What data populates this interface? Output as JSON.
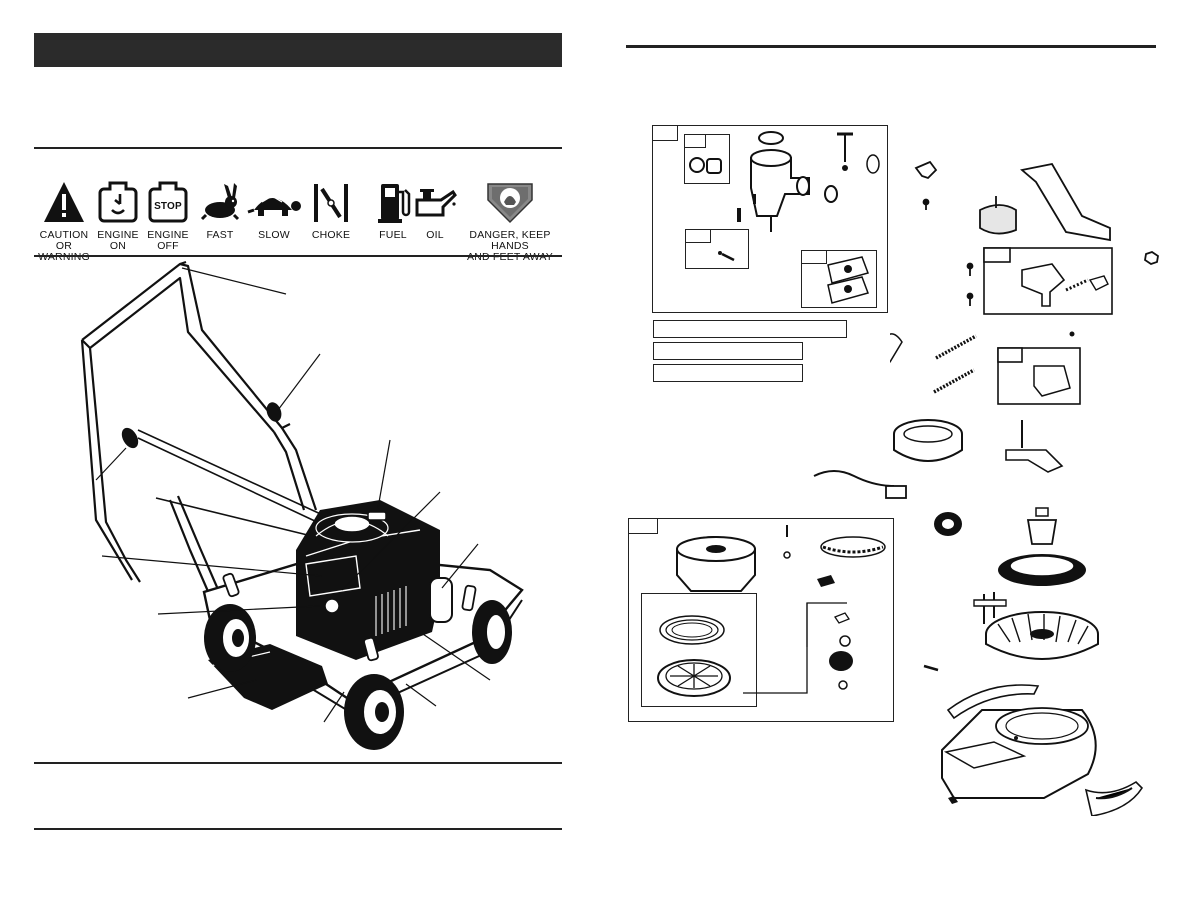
{
  "page": {
    "left_header_title": "",
    "right_header_title": ""
  },
  "symbols": [
    {
      "icon": "caution-triangle-icon",
      "caption": "CAUTION\nOR WARNING"
    },
    {
      "icon": "engine-on-icon",
      "caption": "ENGINE\nON"
    },
    {
      "icon": "engine-off-icon",
      "caption": "ENGINE\nOFF",
      "badge": "STOP"
    },
    {
      "icon": "rabbit-icon",
      "caption": "FAST"
    },
    {
      "icon": "turtle-icon",
      "caption": "SLOW"
    },
    {
      "icon": "choke-icon",
      "caption": "CHOKE"
    },
    {
      "icon": "fuel-pump-icon",
      "caption": "FUEL"
    },
    {
      "icon": "oil-can-icon",
      "caption": "OIL"
    },
    {
      "icon": "hand-foot-danger-icon",
      "caption": "DANGER, KEEP HANDS\nAND FEET AWAY"
    }
  ],
  "colors": {
    "ink": "#111111",
    "header_bar": "#2b2b2b"
  }
}
